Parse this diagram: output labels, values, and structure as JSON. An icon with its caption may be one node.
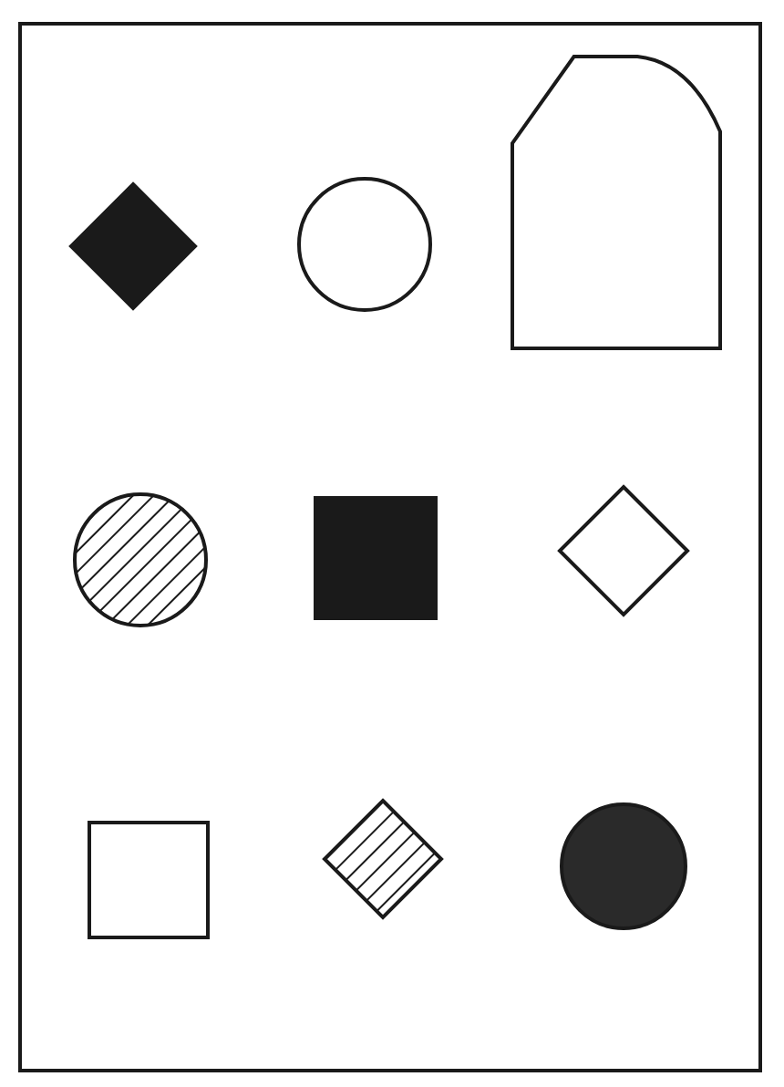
{
  "diagram": {
    "nodes": [
      {
        "text": [],
        "shape": "box"
      },
      {
        "text": [],
        "shape": "diamond",
        "in": 0
      },
      {
        "text": [],
        "shape": "circle",
        "in": 0
      },
      {
        "text": [],
        "shape": "pentagon",
        "in": 0
      },
      {
        "text": [],
        "shape": "circle",
        "in": 0
      },
      {
        "text": [],
        "shape": "box",
        "in": 0
      },
      {
        "text": [],
        "shape": "diamond",
        "in": 0
      },
      {
        "text": [],
        "shape": "box",
        "in": 0
      },
      {
        "text": [],
        "shape": "diamond",
        "in": 0
      },
      {
        "text": [],
        "shape": "circle",
        "in": 0
      }
    ]
  }
}
